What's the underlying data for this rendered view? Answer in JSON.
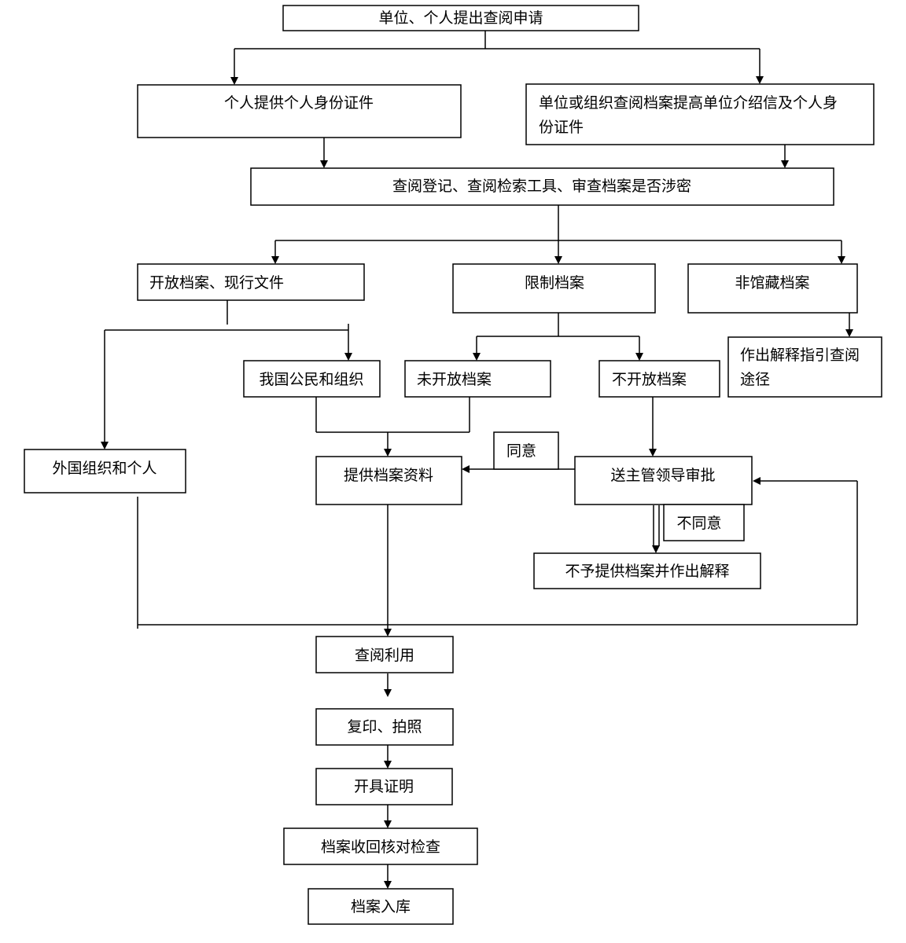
{
  "nodes": {
    "apply": "单位、个人提出查阅申请",
    "personal_id": "个人提供个人身份证件",
    "org_letter_1": "单位或组织查阅档案提高单位介绍信及个人身",
    "org_letter_2": "份证件",
    "register": "查阅登记、查阅检索工具、审查档案是否涉密",
    "open_archives": "开放档案、现行文件",
    "restricted_archives": "限制档案",
    "non_collection": "非馆藏档案",
    "explain_guide_1": "作出解释指引查阅",
    "explain_guide_2": "途径",
    "domestic": "我国公民和组织",
    "not_yet_open": "未开放档案",
    "not_open": "不开放档案",
    "foreign": "外国组织和个人",
    "provide_materials": "提供档案资料",
    "supervisor_approval": "送主管领导审批",
    "agree": "同意",
    "disagree": "不同意",
    "refuse_explain": "不予提供档案并作出解释",
    "consult_use": "查阅利用",
    "copy_photo": "复印、拍照",
    "issue_certificate": "开具证明",
    "recover_check": "档案收回核对检查",
    "storage": "档案入库"
  }
}
